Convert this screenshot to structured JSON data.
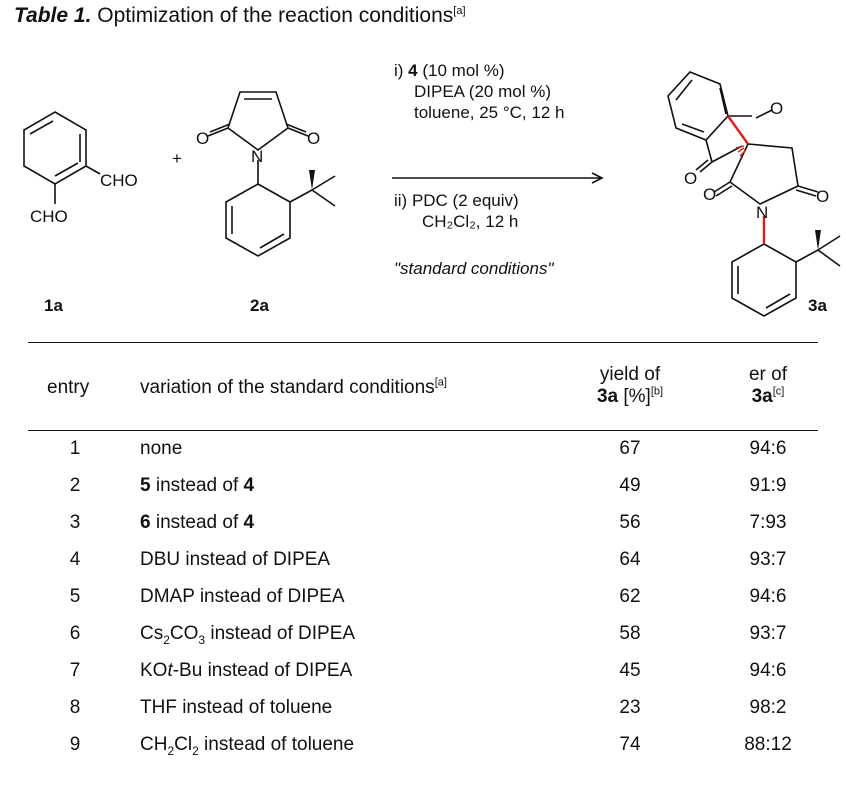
{
  "caption": {
    "label": "Table 1.",
    "text": " Optimization of the reaction conditions",
    "note": "[a]"
  },
  "scheme": {
    "reagent1": {
      "label": "1a",
      "group_top": "CHO",
      "group_bottom": "CHO"
    },
    "reagent2": {
      "label": "2a"
    },
    "product": {
      "label": "3a"
    },
    "plus": "+",
    "cond_i_prefix": "i) ",
    "cond_i_cat": "4",
    "cond_i_load": " (10 mol %)",
    "cond_i_line2": "DIPEA (20 mol %)",
    "cond_i_line3": "toluene, 25 °C, 12 h",
    "cond_ii_line1": "ii) PDC (2 equiv)",
    "cond_ii_line2": "CH₂Cl₂, 12 h",
    "standard": "\"standard conditions\""
  },
  "table": {
    "headers": {
      "entry": "entry",
      "variation": "variation of the standard conditions",
      "variation_note": "[a]",
      "yield_line1": "yield of",
      "yield_bold": "3a",
      "yield_unit": " [%]",
      "yield_note": "[b]",
      "er_line1": "er of",
      "er_bold": "3a",
      "er_note": "[c]"
    },
    "rows": [
      {
        "entry": "1",
        "variation": "none",
        "yield": "67",
        "er": "94:6"
      },
      {
        "entry": "2",
        "variation_bold1": "5",
        "variation_mid": " instead of ",
        "variation_bold2": "4",
        "yield": "49",
        "er": "91:9"
      },
      {
        "entry": "3",
        "variation_bold1": "6",
        "variation_mid": " instead of ",
        "variation_bold2": "4",
        "yield": "56",
        "er": "7:93"
      },
      {
        "entry": "4",
        "variation": "DBU instead of DIPEA",
        "yield": "64",
        "er": "93:7"
      },
      {
        "entry": "5",
        "variation": "DMAP instead of DIPEA",
        "yield": "62",
        "er": "94:6"
      },
      {
        "entry": "6",
        "variation_pre": "Cs",
        "variation_sub1": "2",
        "variation_mid": "CO",
        "variation_sub2": "3",
        "variation_post": " instead of DIPEA",
        "yield": "58",
        "er": "93:7"
      },
      {
        "entry": "7",
        "variation_pre": "KO",
        "variation_ital": "t",
        "variation_post": "-Bu instead of DIPEA",
        "yield": "45",
        "er": "94:6"
      },
      {
        "entry": "8",
        "variation": "THF instead of toluene",
        "yield": "23",
        "er": "98:2"
      },
      {
        "entry": "9",
        "variation_pre": "CH",
        "variation_sub1": "2",
        "variation_mid": "Cl",
        "variation_sub2": "2",
        "variation_post": " instead of toluene",
        "yield": "74",
        "er": "88:12"
      }
    ]
  }
}
